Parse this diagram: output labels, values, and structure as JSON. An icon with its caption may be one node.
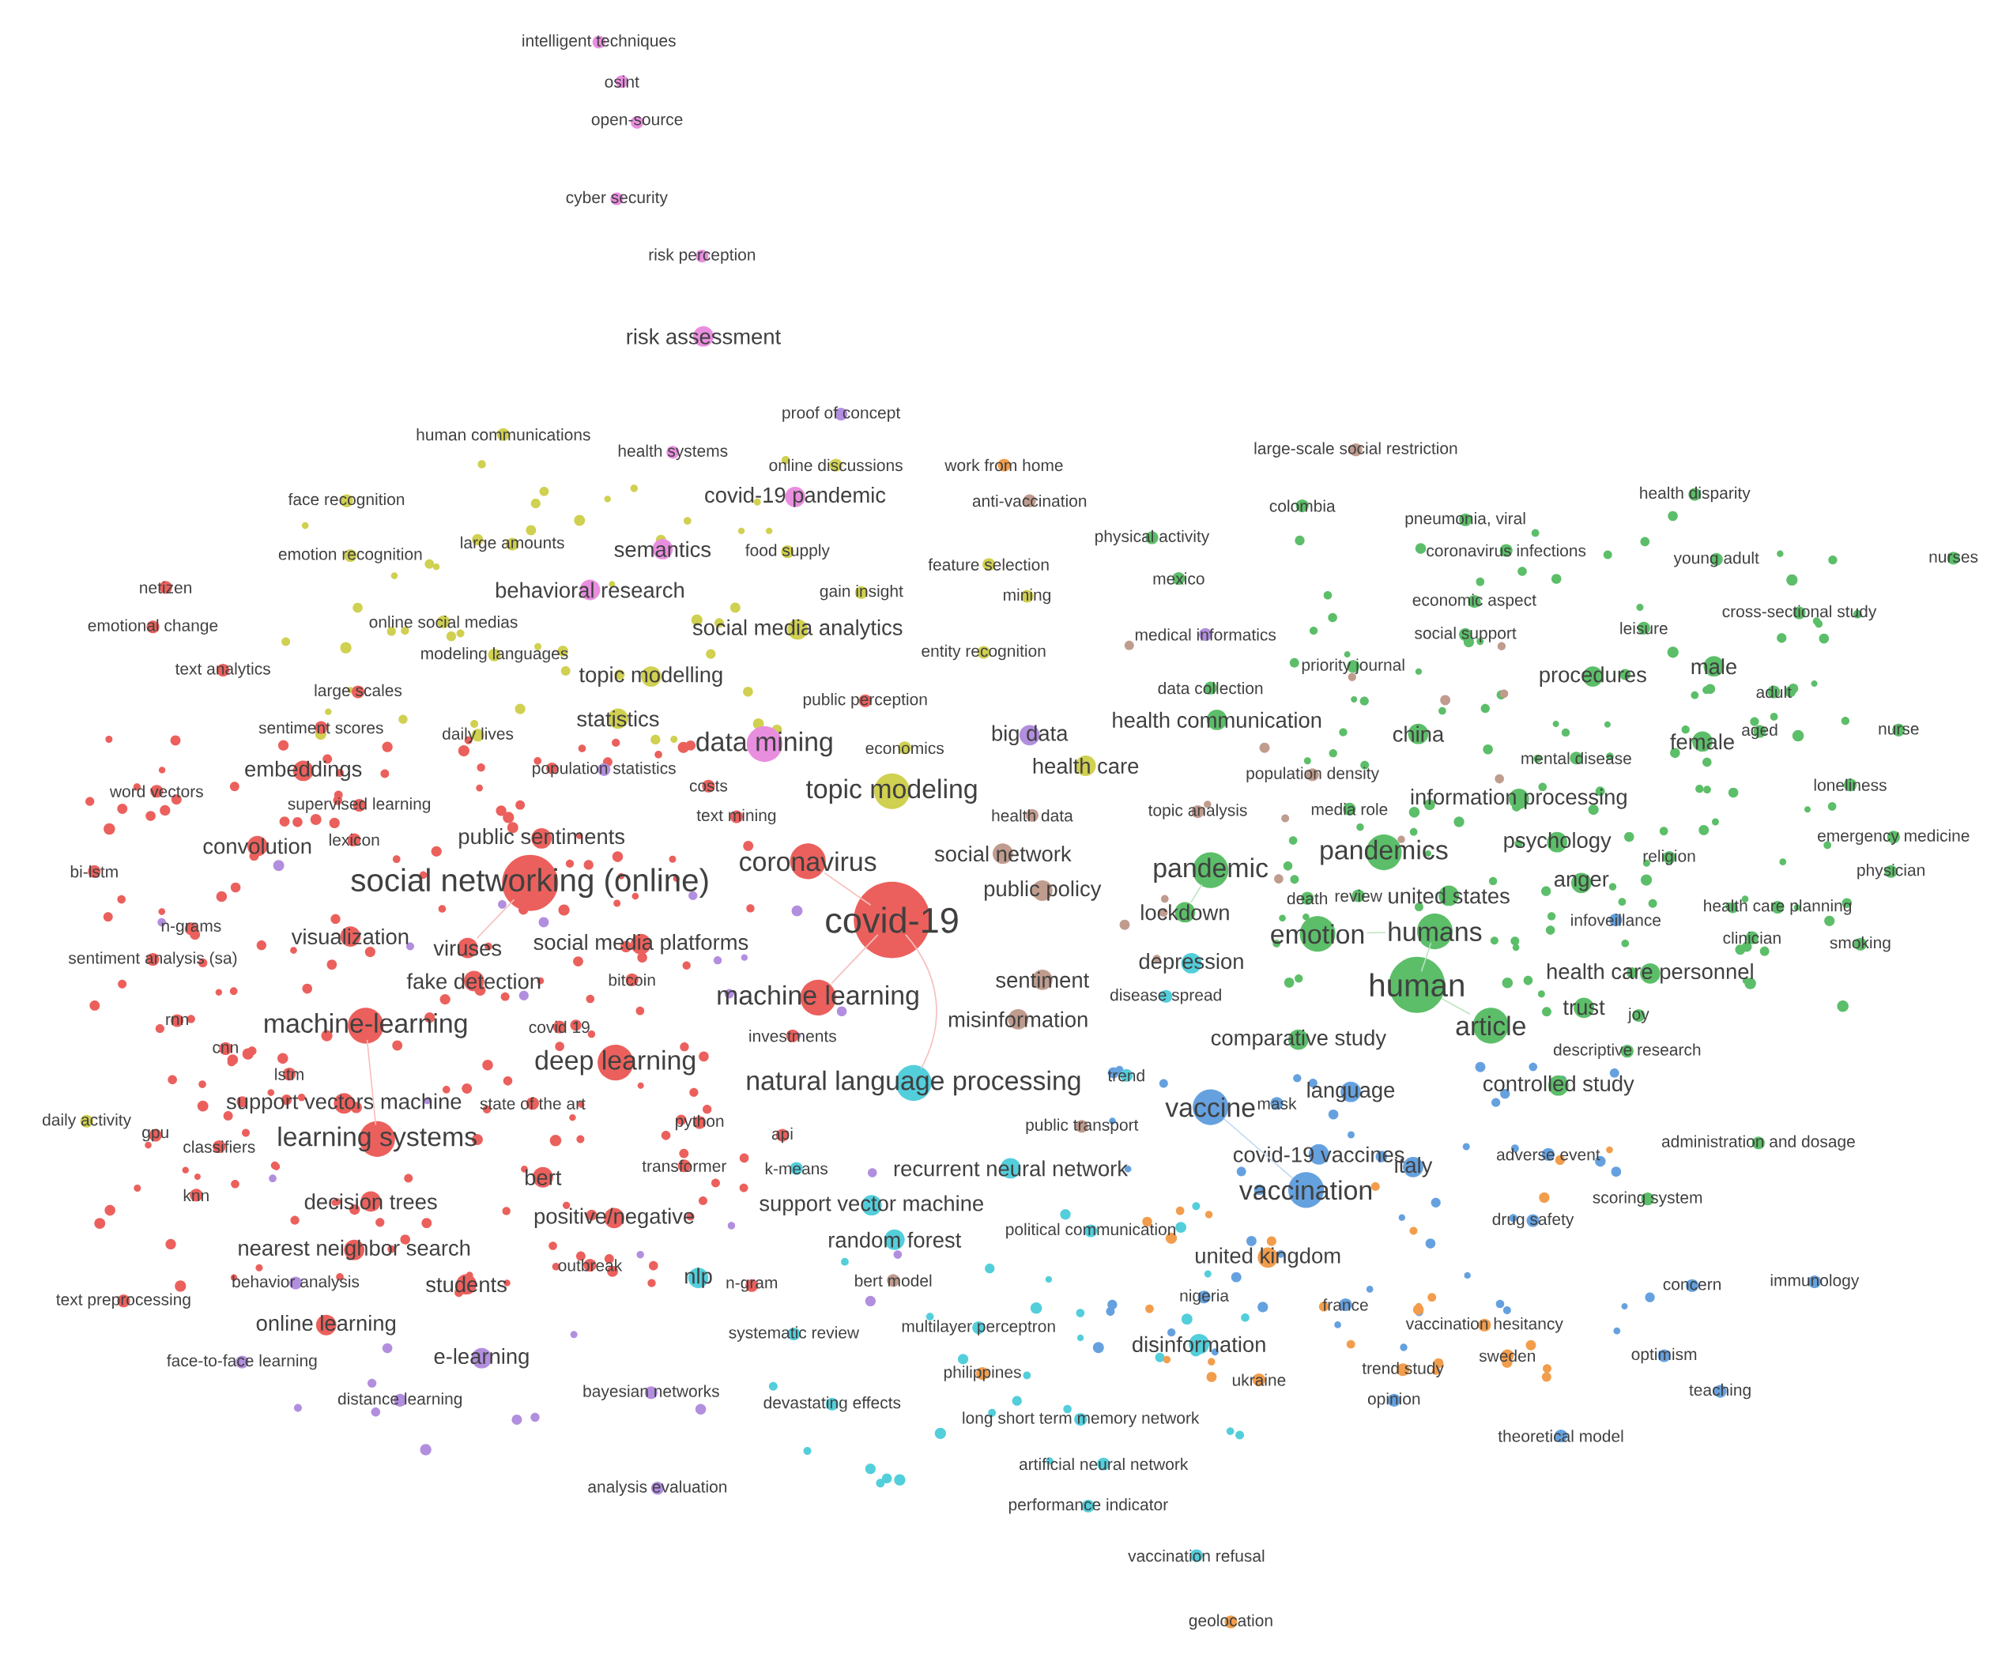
{
  "diagram": {
    "nodes": [
      {
        "text": [
          "intelligent techniques"
        ]
      },
      {
        "text": [
          "osint"
        ]
      },
      {
        "text": [
          "open-source"
        ]
      },
      {
        "text": [
          "cyber security"
        ]
      },
      {
        "text": [
          "risk perception"
        ]
      },
      {
        "text": [
          "risk assessment"
        ]
      },
      {
        "text": [
          "proof of concept"
        ]
      },
      {
        "text": [
          "human communications"
        ]
      },
      {
        "text": [
          "large-scale social restriction"
        ]
      },
      {
        "text": [
          "health systems"
        ]
      },
      {
        "text": [
          "online discussions"
        ]
      },
      {
        "text": [
          "work from home"
        ]
      },
      {
        "text": [
          "health disparity"
        ]
      },
      {
        "text": [
          "covid-19 pandemic"
        ]
      },
      {
        "text": [
          "face recognition"
        ]
      },
      {
        "text": [
          "anti-vaccination"
        ]
      },
      {
        "text": [
          "colombia"
        ]
      },
      {
        "text": [
          "pneumonia, viral"
        ]
      },
      {
        "text": [
          "physical activity"
        ]
      },
      {
        "text": [
          "large amounts"
        ]
      },
      {
        "text": [
          "semantics"
        ]
      },
      {
        "text": [
          "food supply"
        ]
      },
      {
        "text": [
          "emotion recognition"
        ]
      },
      {
        "text": [
          "coronavirus infections"
        ]
      },
      {
        "text": [
          "young adult"
        ]
      },
      {
        "text": [
          "nurses"
        ]
      },
      {
        "text": [
          "feature selection"
        ]
      },
      {
        "text": [
          "mexico"
        ]
      },
      {
        "text": [
          "netizen"
        ]
      },
      {
        "text": [
          "behavioral research"
        ]
      },
      {
        "text": [
          "gain insight"
        ]
      },
      {
        "text": [
          "mining"
        ]
      },
      {
        "text": [
          "economic aspect"
        ]
      },
      {
        "text": [
          "cross-sectional study"
        ]
      },
      {
        "text": [
          "online social medias"
        ]
      },
      {
        "text": [
          "emotional change"
        ]
      },
      {
        "text": [
          "social media analytics"
        ]
      },
      {
        "text": [
          "medical informatics"
        ]
      },
      {
        "text": [
          "social support"
        ]
      },
      {
        "text": [
          "leisure"
        ]
      },
      {
        "text": [
          "modeling languages"
        ]
      },
      {
        "text": [
          "entity recognition"
        ]
      },
      {
        "text": [
          "priority journal"
        ]
      },
      {
        "text": [
          "male"
        ]
      },
      {
        "text": [
          "text analytics"
        ]
      },
      {
        "text": [
          "topic modelling"
        ]
      },
      {
        "text": [
          "procedures"
        ]
      },
      {
        "text": [
          "data collection"
        ]
      },
      {
        "text": [
          "adult"
        ]
      },
      {
        "text": [
          "large scales"
        ]
      },
      {
        "text": [
          "public perception"
        ]
      },
      {
        "text": [
          "statistics"
        ]
      },
      {
        "text": [
          "health communication"
        ]
      },
      {
        "text": [
          "sentiment scores"
        ]
      },
      {
        "text": [
          "daily lives"
        ]
      },
      {
        "text": [
          "china"
        ]
      },
      {
        "text": [
          "aged"
        ]
      },
      {
        "text": [
          "nurse"
        ]
      },
      {
        "text": [
          "big data"
        ]
      },
      {
        "text": [
          "data mining"
        ]
      },
      {
        "text": [
          "economics"
        ]
      },
      {
        "text": [
          "female"
        ]
      },
      {
        "text": [
          "mental disease"
        ]
      },
      {
        "text": [
          "health care"
        ]
      },
      {
        "text": [
          "embeddings"
        ]
      },
      {
        "text": [
          "population statistics"
        ]
      },
      {
        "text": [
          "population density"
        ]
      },
      {
        "text": [
          "costs"
        ]
      },
      {
        "text": [
          "word vectors"
        ]
      },
      {
        "text": [
          "topic modeling"
        ]
      },
      {
        "text": [
          "information processing"
        ]
      },
      {
        "text": [
          "loneliness"
        ]
      },
      {
        "text": [
          "supervised learning"
        ]
      },
      {
        "text": [
          "health data"
        ]
      },
      {
        "text": [
          "topic analysis"
        ]
      },
      {
        "text": [
          "media role"
        ]
      },
      {
        "text": [
          "text mining"
        ]
      },
      {
        "text": [
          "lexicon"
        ]
      },
      {
        "text": [
          "public sentiments"
        ]
      },
      {
        "text": [
          "convolution"
        ]
      },
      {
        "text": [
          "emergency medicine"
        ]
      },
      {
        "text": [
          "psychology"
        ]
      },
      {
        "text": [
          "social network"
        ]
      },
      {
        "text": [
          "religion"
        ]
      },
      {
        "text": [
          "coronavirus"
        ]
      },
      {
        "text": [
          "pandemics"
        ]
      },
      {
        "text": [
          "bi-lstm"
        ]
      },
      {
        "text": [
          "pandemic"
        ]
      },
      {
        "text": [
          "social networking (online)"
        ]
      },
      {
        "text": [
          "anger"
        ]
      },
      {
        "text": [
          "physician"
        ]
      },
      {
        "text": [
          "public policy"
        ]
      },
      {
        "text": [
          "death"
        ]
      },
      {
        "text": [
          "review"
        ]
      },
      {
        "text": [
          "united states"
        ]
      },
      {
        "text": [
          "health care planning"
        ]
      },
      {
        "text": [
          "lockdown"
        ]
      },
      {
        "text": [
          "covid-19"
        ]
      },
      {
        "text": [
          "infoveillance"
        ]
      },
      {
        "text": [
          "n-grams"
        ]
      },
      {
        "text": [
          "emotion"
        ]
      },
      {
        "text": [
          "humans"
        ]
      },
      {
        "text": [
          "visualization"
        ]
      },
      {
        "text": [
          "clinician"
        ]
      },
      {
        "text": [
          "smoking"
        ]
      },
      {
        "text": [
          "social media platforms"
        ]
      },
      {
        "text": [
          "viruses"
        ]
      },
      {
        "text": [
          "sentiment analysis (sa)"
        ]
      },
      {
        "text": [
          "depression"
        ]
      },
      {
        "text": [
          "health care personnel"
        ]
      },
      {
        "text": [
          "sentiment"
        ]
      },
      {
        "text": [
          "fake detection"
        ]
      },
      {
        "text": [
          "bitcoin"
        ]
      },
      {
        "text": [
          "human"
        ]
      },
      {
        "text": [
          "disease spread"
        ]
      },
      {
        "text": [
          "machine learning"
        ]
      },
      {
        "text": [
          "trust"
        ]
      },
      {
        "text": [
          "joy"
        ]
      },
      {
        "text": [
          "misinformation"
        ]
      },
      {
        "text": [
          "rnn"
        ]
      },
      {
        "text": [
          "machine-learning"
        ]
      },
      {
        "text": [
          "article"
        ]
      },
      {
        "text": [
          "covid 19"
        ]
      },
      {
        "text": [
          "investments"
        ]
      },
      {
        "text": [
          "comparative study"
        ]
      },
      {
        "text": [
          "cnn"
        ]
      },
      {
        "text": [
          "descriptive research"
        ]
      },
      {
        "text": [
          "deep learning"
        ]
      },
      {
        "text": [
          "lstm"
        ]
      },
      {
        "text": [
          "trend"
        ]
      },
      {
        "text": [
          "natural language processing"
        ]
      },
      {
        "text": [
          "controlled study"
        ]
      },
      {
        "text": [
          "language"
        ]
      },
      {
        "text": [
          "support vectors machine"
        ]
      },
      {
        "text": [
          "state of the art"
        ]
      },
      {
        "text": [
          "vaccine"
        ]
      },
      {
        "text": [
          "mask"
        ]
      },
      {
        "text": [
          "daily activity"
        ]
      },
      {
        "text": [
          "python"
        ]
      },
      {
        "text": [
          "public transport"
        ]
      },
      {
        "text": [
          "api"
        ]
      },
      {
        "text": [
          "gpu"
        ]
      },
      {
        "text": [
          "learning systems"
        ]
      },
      {
        "text": [
          "classifiers"
        ]
      },
      {
        "text": [
          "administration and dosage"
        ]
      },
      {
        "text": [
          "covid-19 vaccines"
        ]
      },
      {
        "text": [
          "adverse event"
        ]
      },
      {
        "text": [
          "transformer"
        ]
      },
      {
        "text": [
          "k-means"
        ]
      },
      {
        "text": [
          "recurrent neural network"
        ]
      },
      {
        "text": [
          "italy"
        ]
      },
      {
        "text": [
          "bert"
        ]
      },
      {
        "text": [
          "knn"
        ]
      },
      {
        "text": [
          "vaccination"
        ]
      },
      {
        "text": [
          "decision trees"
        ]
      },
      {
        "text": [
          "scoring system"
        ]
      },
      {
        "text": [
          "support vector machine"
        ]
      },
      {
        "text": [
          "positive/negative"
        ]
      },
      {
        "text": [
          "drug safety"
        ]
      },
      {
        "text": [
          "random forest"
        ]
      },
      {
        "text": [
          "political communication"
        ]
      },
      {
        "text": [
          "nearest neighbor search"
        ]
      },
      {
        "text": [
          "united kingdom"
        ]
      },
      {
        "text": [
          "outbreak"
        ]
      },
      {
        "text": [
          "immunology"
        ]
      },
      {
        "text": [
          "concern"
        ]
      },
      {
        "text": [
          "behavior analysis"
        ]
      },
      {
        "text": [
          "nlp"
        ]
      },
      {
        "text": [
          "students"
        ]
      },
      {
        "text": [
          "n-gram"
        ]
      },
      {
        "text": [
          "bert model"
        ]
      },
      {
        "text": [
          "nigeria"
        ]
      },
      {
        "text": [
          "text preprocessing"
        ]
      },
      {
        "text": [
          "france"
        ]
      },
      {
        "text": [
          "online learning"
        ]
      },
      {
        "text": [
          "vaccination hesitancy"
        ]
      },
      {
        "text": [
          "multilayer perceptron"
        ]
      },
      {
        "text": [
          "systematic review"
        ]
      },
      {
        "text": [
          "disinformation"
        ]
      },
      {
        "text": [
          "sweden"
        ]
      },
      {
        "text": [
          "optimism"
        ]
      },
      {
        "text": [
          "e-learning"
        ]
      },
      {
        "text": [
          "face-to-face learning"
        ]
      },
      {
        "text": [
          "ukraine"
        ]
      },
      {
        "text": [
          "philippines"
        ]
      },
      {
        "text": [
          "trend study"
        ]
      },
      {
        "text": [
          "bayesian networks"
        ]
      },
      {
        "text": [
          "opinion"
        ]
      },
      {
        "text": [
          "teaching"
        ]
      },
      {
        "text": [
          "distance learning"
        ]
      },
      {
        "text": [
          "devastating effects"
        ]
      },
      {
        "text": [
          "long short term memory network"
        ]
      },
      {
        "text": [
          "theoretical model"
        ]
      },
      {
        "text": [
          "artificial neural network"
        ]
      },
      {
        "text": [
          "analysis evaluation"
        ]
      },
      {
        "text": [
          "performance indicator"
        ]
      },
      {
        "text": [
          "vaccination refusal"
        ]
      },
      {
        "text": [
          "geolocation"
        ]
      }
    ],
    "edges": [
      {
        "from": 97,
        "to": 84,
        "arrow": "none"
      },
      {
        "from": 97,
        "to": 115,
        "arrow": "none"
      },
      {
        "from": 97,
        "to": 130,
        "arrow": "none"
      },
      {
        "from": 87,
        "to": 96,
        "arrow": "none"
      },
      {
        "from": 100,
        "to": 101,
        "arrow": "none"
      },
      {
        "from": 101,
        "to": 113,
        "arrow": "none"
      },
      {
        "from": 113,
        "to": 121,
        "arrow": "none"
      },
      {
        "from": 135,
        "to": 153,
        "arrow": "none"
      },
      {
        "from": 88,
        "to": 106,
        "arrow": "none"
      },
      {
        "from": 120,
        "to": 142,
        "arrow": "none"
      }
    ]
  }
}
